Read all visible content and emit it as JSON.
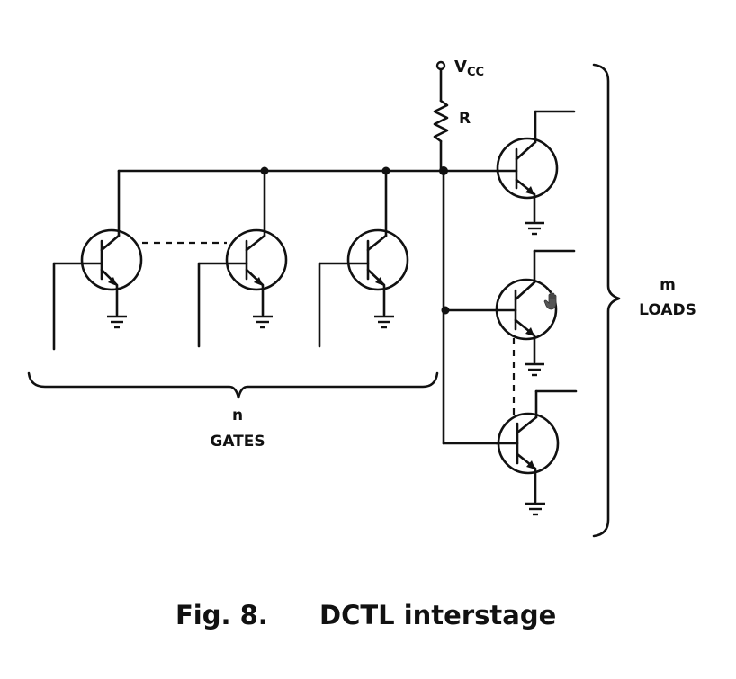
{
  "labels": {
    "vcc": "V",
    "vcc_sub": "CC",
    "resistor": "R",
    "gates_count": "n",
    "gates": "GATES",
    "loads_count": "m",
    "loads": "LOADS"
  },
  "caption": {
    "fig": "Fig. 8.",
    "title": "DCTL interstage"
  },
  "counts": {
    "gate_transistors_drawn": 3,
    "load_transistors_drawn": 3
  },
  "colors": {
    "ink": "#111111",
    "background": "#ffffff"
  }
}
